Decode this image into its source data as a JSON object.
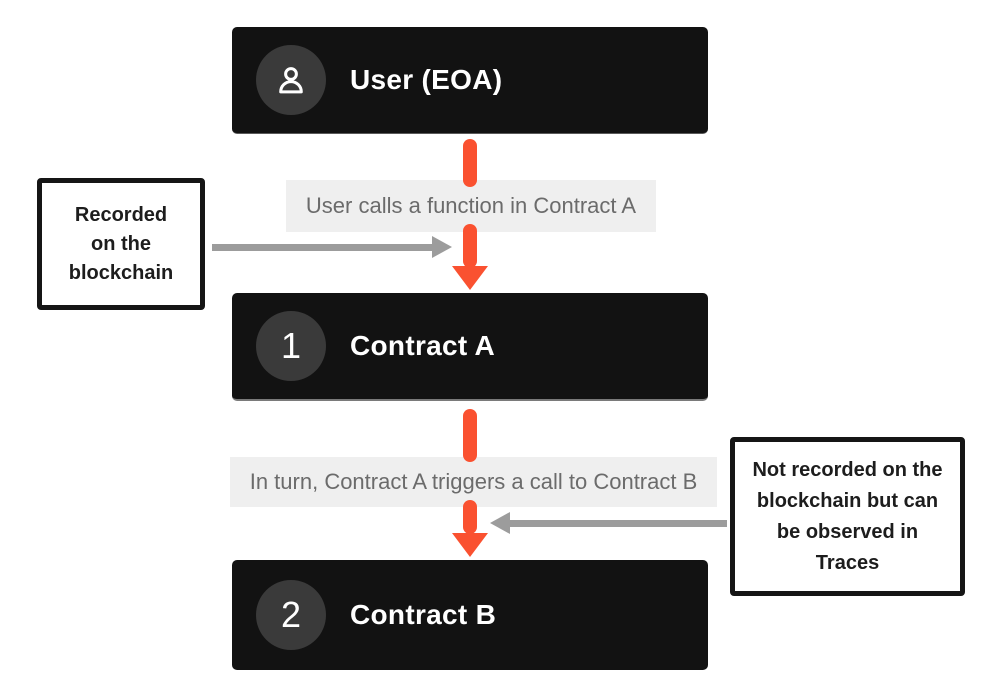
{
  "nodes": {
    "user": {
      "label": "User (EOA)",
      "icon": "person-icon"
    },
    "contract_a": {
      "label": "Contract A",
      "badge": "1"
    },
    "contract_b": {
      "label": "Contract B",
      "badge": "2"
    }
  },
  "edges": {
    "edge1": {
      "label": "User calls a function in Contract A"
    },
    "edge2": {
      "label": "In turn, Contract A triggers a call to Contract B"
    }
  },
  "notes": {
    "left": {
      "text": "Recorded on the blockchain",
      "lines": [
        "Recorded",
        "on the",
        "blockchain"
      ]
    },
    "right": {
      "text": "Not recorded on the blockchain but can be observed in Traces",
      "lines": [
        "Not recorded on the",
        "blockchain but can",
        "be observed in",
        "Traces"
      ]
    }
  },
  "colors": {
    "node_background": "#121212",
    "badge_background": "#3a3a3a",
    "arrow_orange": "#fa5130",
    "arrow_gray": "#9c9c9c",
    "edge_label_background": "#efefef",
    "edge_label_text": "#6b6b6b",
    "note_border": "#151515",
    "note_text": "#1d1d1d"
  }
}
